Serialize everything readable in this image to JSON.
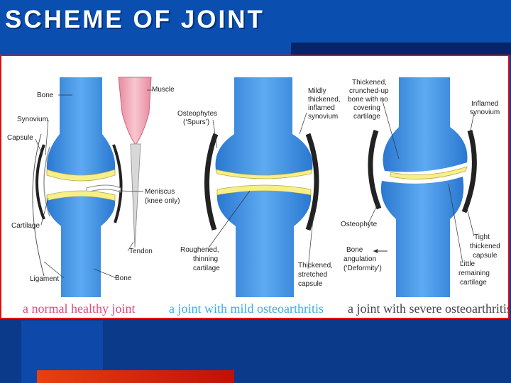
{
  "title": "SCHEME OF JOINT",
  "colors": {
    "bone": "#3d92e6",
    "cartilage": "#f6ef8a",
    "muscle": "#f2a7b6",
    "panel_border": "#e01010",
    "caption_normal": "#e6487a",
    "caption_mild": "#39aee6",
    "caption_severe": "#444444"
  },
  "panels": {
    "normal": {
      "caption": "a normal healthy joint",
      "labels": {
        "bone_top": "Bone",
        "muscle": "Muscle",
        "synovium": "Synovium",
        "capsule": "Capsule",
        "meniscus_1": "Meniscus",
        "meniscus_2": "(knee only)",
        "cartilage": "Cartilage",
        "tendon": "Tendon",
        "ligament": "Ligament",
        "bone_bottom": "Bone"
      }
    },
    "mild": {
      "caption": "a joint with mild osteoarthritis",
      "labels": {
        "osteophytes_1": "Osteophytes",
        "osteophytes_2": "(‘Spurs’)",
        "synovium_1": "Mildly",
        "synovium_2": "thickened,",
        "synovium_3": "inflamed",
        "synovium_4": "synovium",
        "roughened_1": "Roughened,",
        "roughened_2": "thinning",
        "roughened_3": "cartilage",
        "capsule_1": "Thickened,",
        "capsule_2": "stretched",
        "capsule_3": "capsule"
      }
    },
    "severe": {
      "caption": "a joint with severe osteoarthritis",
      "labels": {
        "crunched_1": "Thickened,",
        "crunched_2": "crunched-up",
        "crunched_3": "bone with no",
        "crunched_4": "covering",
        "crunched_5": "cartilage",
        "inflamed_1": "Inflamed",
        "inflamed_2": "synovium",
        "osteophyte": "Osteophyte",
        "angulation_1": "Bone",
        "angulation_2": "angulation",
        "angulation_3": "(‘Deformity’)",
        "tight_1": "Tight",
        "tight_2": "thickened",
        "tight_3": "capsule",
        "little_1": "Little",
        "little_2": "remaining",
        "little_3": "cartilage"
      }
    }
  }
}
